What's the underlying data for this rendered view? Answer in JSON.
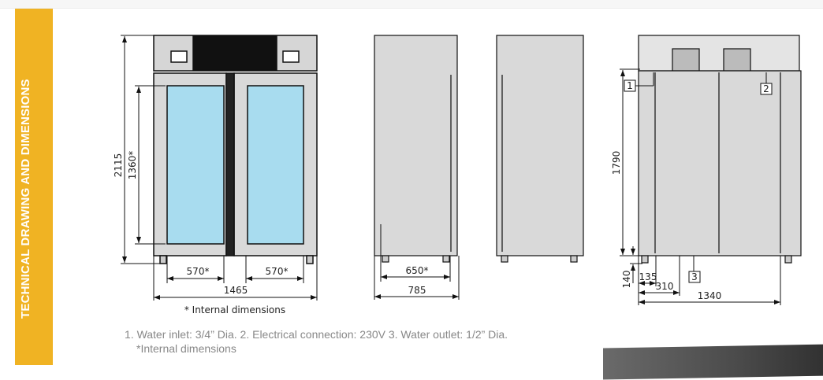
{
  "sidebar": {
    "title": "TECHNICAL DRAWING AND DIMENSIONS"
  },
  "front_view": {
    "height": "2115",
    "internal_height": "1360*",
    "door_left_width": "570*",
    "door_right_width": "570*",
    "width": "1465",
    "footnote": "* Internal dimensions"
  },
  "side_view": {
    "internal_depth": "650*",
    "depth": "785"
  },
  "rear_view": {
    "height": "1790",
    "foot_height": "140",
    "inlet_offset": "135",
    "outlet_offset": "310",
    "width": "1340",
    "callouts": [
      "1",
      "2",
      "3"
    ]
  },
  "notes": {
    "line1": "1. Water inlet: 3/4” Dia.   2. Electrical connection: 230V  3. Water outlet: 1/2” Dia.",
    "line2": "*Internal dimensions"
  },
  "colors": {
    "accent": "#F0B323",
    "glass": "#A8DCEF",
    "body": "#D9D9D9"
  }
}
